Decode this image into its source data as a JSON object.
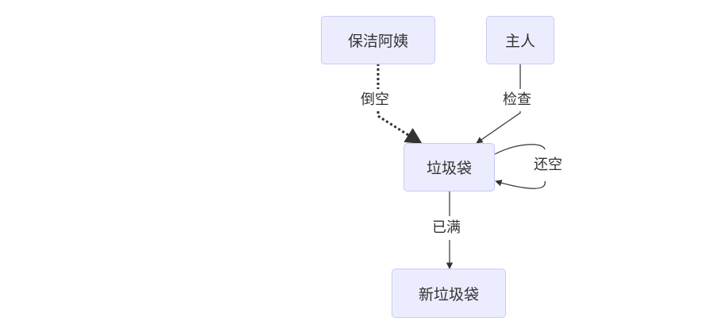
{
  "nodes": {
    "cleaner": {
      "label": "保洁阿姨"
    },
    "owner": {
      "label": "主人"
    },
    "trashbag": {
      "label": "垃圾袋"
    },
    "new_trashbag": {
      "label": "新垃圾袋"
    }
  },
  "edges": {
    "cleaner_to_trashbag": {
      "label": "倒空",
      "style": "dashed"
    },
    "owner_to_trashbag": {
      "label": "检查",
      "style": "solid"
    },
    "trashbag_self": {
      "label": "还空",
      "style": "solid"
    },
    "trashbag_to_new": {
      "label": "已满",
      "style": "solid"
    }
  },
  "colors": {
    "node_fill": "#ececff",
    "node_border": "#c9c9f5",
    "edge": "#333333"
  }
}
